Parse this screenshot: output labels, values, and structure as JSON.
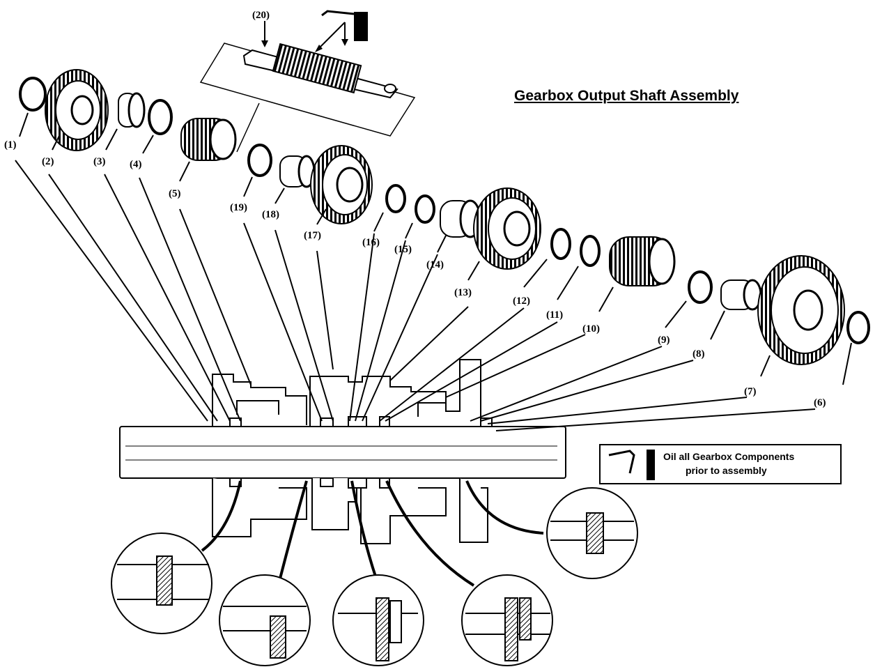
{
  "title": "Gearbox Output Shaft Assembly",
  "note": {
    "line1": "Oil all Gearbox Components",
    "line2": "prior to assembly",
    "icon": "oil-can-icon"
  },
  "callouts": [
    "(1)",
    "(2)",
    "(3)",
    "(4)",
    "(5)",
    "(6)",
    "(7)",
    "(8)",
    "(9)",
    "(10)",
    "(11)",
    "(12)",
    "(13)",
    "(14)",
    "(15)",
    "(16)",
    "(17)",
    "(18)",
    "(19)",
    "(20)"
  ],
  "colors": {
    "ink": "#000000",
    "paper": "#ffffff"
  }
}
